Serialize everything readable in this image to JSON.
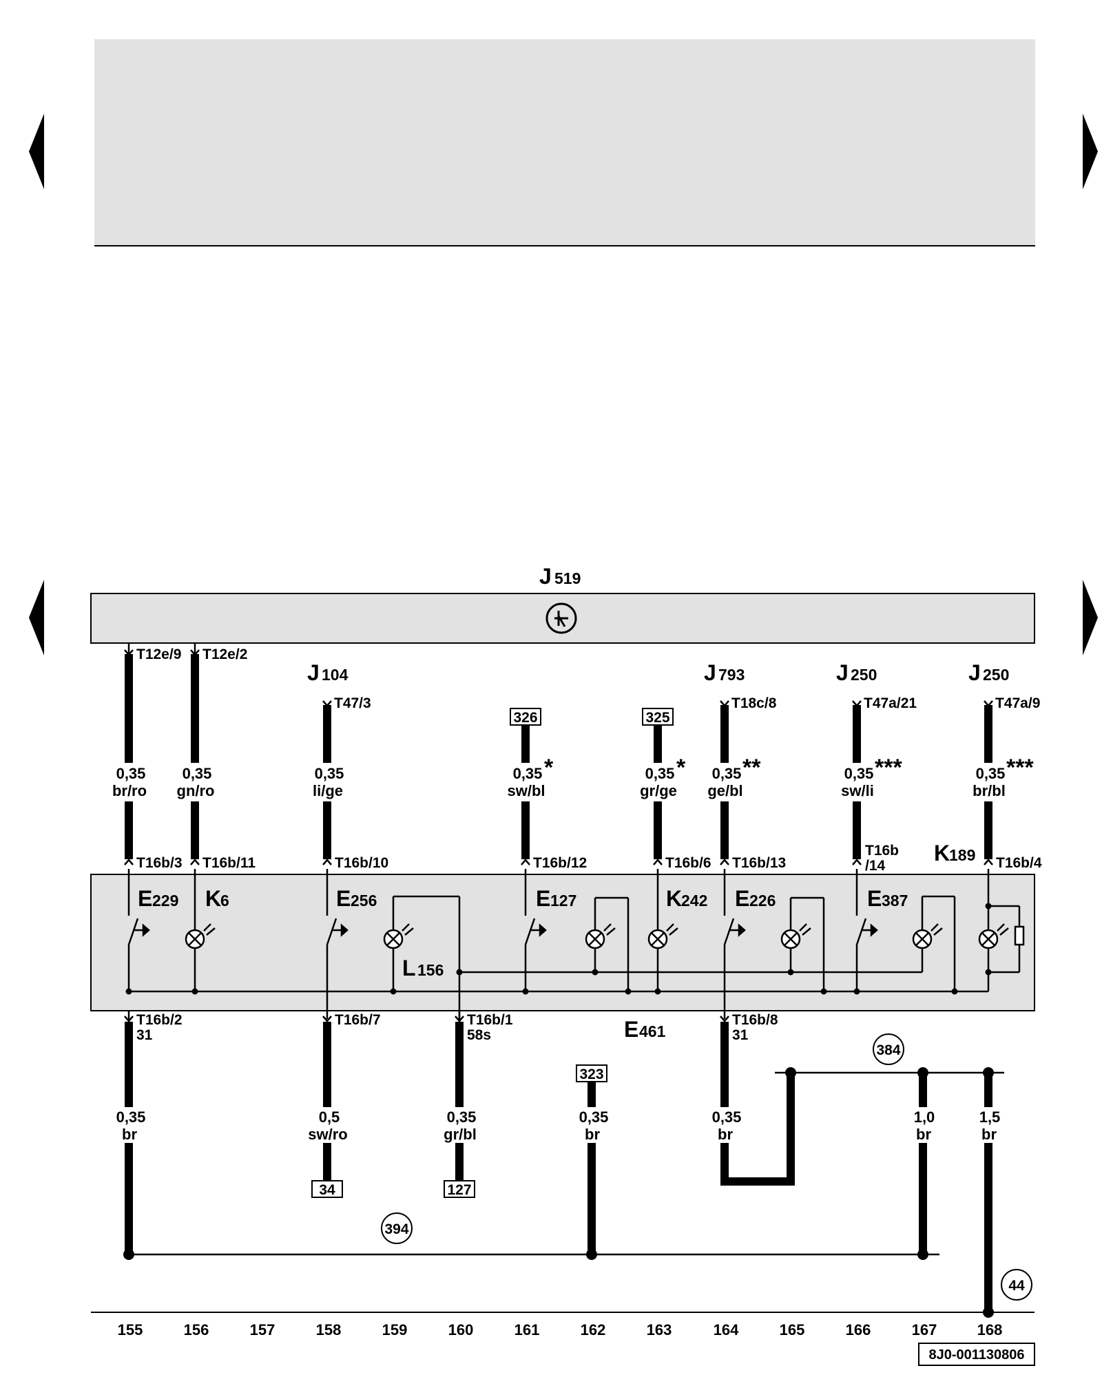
{
  "colors": {
    "panel": "#e2e2e2",
    "wire": "#000000",
    "background": "#ffffff"
  },
  "top_controller": {
    "name": "J",
    "sub": "519"
  },
  "upper_pins": [
    "T12e/9",
    "T12e/2"
  ],
  "modules": [
    {
      "name": "J",
      "sub": "104",
      "pin": "T47/3"
    },
    {
      "name": "J",
      "sub": "793",
      "pin": "T18c/8"
    },
    {
      "name": "J",
      "sub": "250",
      "pin": "T47a/21"
    },
    {
      "name": "J",
      "sub": "250",
      "pin": "T47a/9"
    }
  ],
  "ref_boxes_top": [
    "326",
    "325"
  ],
  "wires_upper": [
    {
      "size": "0,35",
      "color": "br/ro",
      "mark": ""
    },
    {
      "size": "0,35",
      "color": "gn/ro",
      "mark": ""
    },
    {
      "size": "0,35",
      "color": "li/ge",
      "mark": ""
    },
    {
      "size": "0,35",
      "color": "sw/bl",
      "mark": "*"
    },
    {
      "size": "0,35",
      "color": "gr/ge",
      "mark": "*"
    },
    {
      "size": "0,35",
      "color": "ge/bl",
      "mark": "**"
    },
    {
      "size": "0,35",
      "color": "sw/li",
      "mark": "***"
    },
    {
      "size": "0,35",
      "color": "br/bl",
      "mark": "***"
    }
  ],
  "switch_pins": [
    "T16b/3",
    "T16b/11",
    "T16b/10",
    "T16b/12",
    "T16b/6",
    "T16b/13",
    "T16b",
    "/14",
    "T16b/4"
  ],
  "components": [
    {
      "name": "E",
      "sub": "229"
    },
    {
      "name": "K",
      "sub": "6"
    },
    {
      "name": "E",
      "sub": "256"
    },
    {
      "name": "E",
      "sub": "127"
    },
    {
      "name": "K",
      "sub": "242"
    },
    {
      "name": "E",
      "sub": "226"
    },
    {
      "name": "E",
      "sub": "387"
    },
    {
      "name": "K",
      "sub": "189"
    },
    {
      "name": "L",
      "sub": "156"
    },
    {
      "name": "E",
      "sub": "461"
    }
  ],
  "lower_pins": [
    {
      "pin": "T16b/2",
      "term": "31"
    },
    {
      "pin": "T16b/7",
      "term": ""
    },
    {
      "pin": "T16b/1",
      "term": "58s"
    },
    {
      "pin": "T16b/8",
      "term": "31"
    }
  ],
  "wires_lower": [
    {
      "size": "0,35",
      "color": "br"
    },
    {
      "size": "0,5",
      "color": "sw/ro"
    },
    {
      "size": "0,35",
      "color": "gr/bl"
    },
    {
      "size": "0,35",
      "color": "br"
    },
    {
      "size": "0,35",
      "color": "br"
    },
    {
      "size": "1,0",
      "color": "br"
    },
    {
      "size": "1,5",
      "color": "br"
    }
  ],
  "ref_boxes_bottom": [
    "34",
    "127",
    "323"
  ],
  "connection_refs": [
    "384",
    "394",
    "44"
  ],
  "column_numbers": [
    "155",
    "156",
    "157",
    "158",
    "159",
    "160",
    "161",
    "162",
    "163",
    "164",
    "165",
    "166",
    "167",
    "168"
  ],
  "doc_id": "8J0-001130806"
}
